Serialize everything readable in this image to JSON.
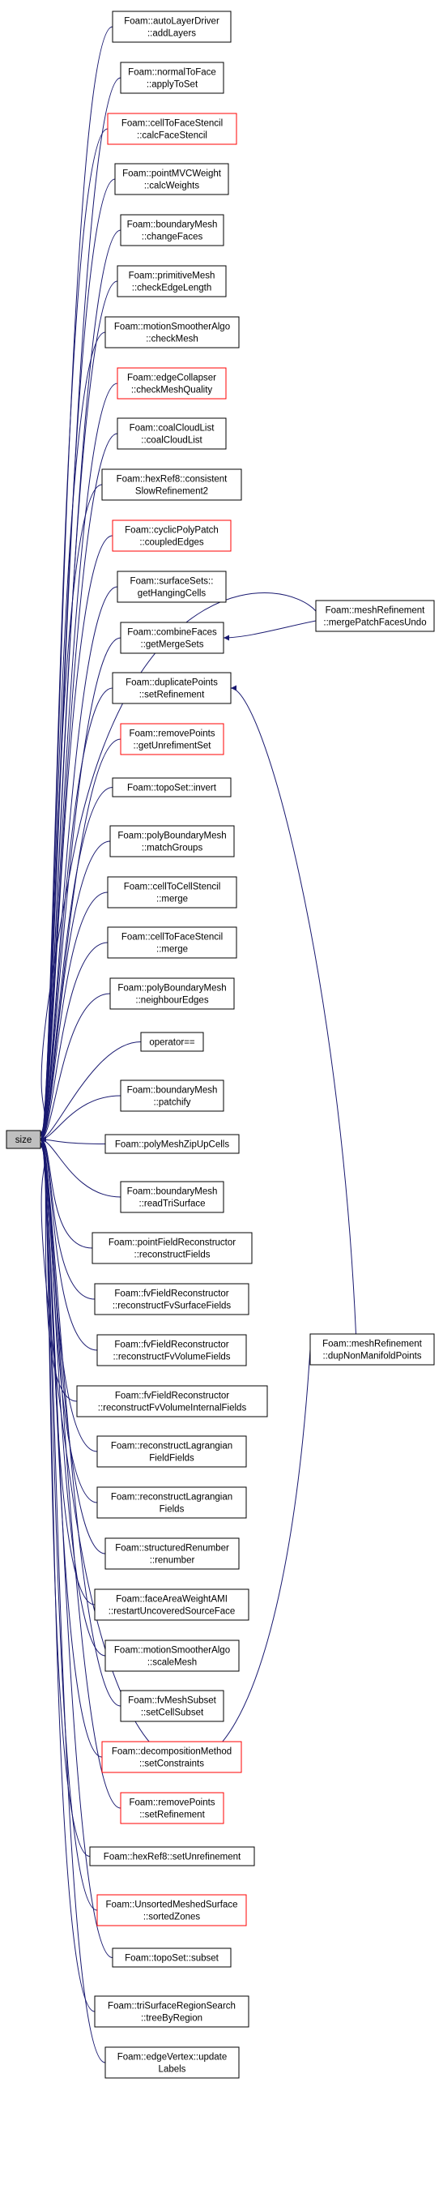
{
  "graph": {
    "root": {
      "id": "size",
      "lines": [
        "size"
      ]
    },
    "callers": [
      {
        "id": "autoLayerDriver",
        "lines": [
          "Foam::autoLayerDriver",
          "::addLayers"
        ],
        "border": "#000000"
      },
      {
        "id": "normalToFace",
        "lines": [
          "Foam::normalToFace",
          "::applyToSet"
        ],
        "border": "#000000"
      },
      {
        "id": "cellToFaceStencil-calc",
        "lines": [
          "Foam::cellToFaceStencil",
          "::calcFaceStencil"
        ],
        "border": "#ff0000"
      },
      {
        "id": "pointMVCWeight",
        "lines": [
          "Foam::pointMVCWeight",
          "::calcWeights"
        ],
        "border": "#000000"
      },
      {
        "id": "boundaryMesh-change",
        "lines": [
          "Foam::boundaryMesh",
          "::changeFaces"
        ],
        "border": "#000000"
      },
      {
        "id": "primitiveMesh",
        "lines": [
          "Foam::primitiveMesh",
          "::checkEdgeLength"
        ],
        "border": "#000000"
      },
      {
        "id": "motionSmootherAlgo-check",
        "lines": [
          "Foam::motionSmootherAlgo",
          "::checkMesh"
        ],
        "border": "#000000"
      },
      {
        "id": "edgeCollapser",
        "lines": [
          "Foam::edgeCollapser",
          "::checkMeshQuality"
        ],
        "border": "#ff0000"
      },
      {
        "id": "coalCloudList",
        "lines": [
          "Foam::coalCloudList",
          "::coalCloudList"
        ],
        "border": "#000000"
      },
      {
        "id": "hexRef8-consistent",
        "lines": [
          "Foam::hexRef8::consistent",
          "SlowRefinement2"
        ],
        "border": "#000000"
      },
      {
        "id": "cyclicPolyPatch",
        "lines": [
          "Foam::cyclicPolyPatch",
          "::coupledEdges"
        ],
        "border": "#ff0000"
      },
      {
        "id": "surfaceSets",
        "lines": [
          "Foam::surfaceSets::",
          "getHangingCells"
        ],
        "border": "#000000"
      },
      {
        "id": "combineFaces",
        "lines": [
          "Foam::combineFaces",
          "::getMergeSets"
        ],
        "border": "#000000"
      },
      {
        "id": "duplicatePoints",
        "lines": [
          "Foam::duplicatePoints",
          "::setRefinement"
        ],
        "border": "#000000"
      },
      {
        "id": "removePoints-unref",
        "lines": [
          "Foam::removePoints",
          "::getUnrefimentSet"
        ],
        "border": "#ff0000"
      },
      {
        "id": "topoSet-invert",
        "lines": [
          "Foam::topoSet::invert"
        ],
        "border": "#000000"
      },
      {
        "id": "polyBoundaryMesh-match",
        "lines": [
          "Foam::polyBoundaryMesh",
          "::matchGroups"
        ],
        "border": "#000000"
      },
      {
        "id": "cellToCellStencil",
        "lines": [
          "Foam::cellToCellStencil",
          "::merge"
        ],
        "border": "#000000"
      },
      {
        "id": "cellToFaceStencil-merge",
        "lines": [
          "Foam::cellToFaceStencil",
          "::merge"
        ],
        "border": "#000000"
      },
      {
        "id": "polyBoundaryMesh-neigh",
        "lines": [
          "Foam::polyBoundaryMesh",
          "::neighbourEdges"
        ],
        "border": "#000000"
      },
      {
        "id": "operator-eq",
        "lines": [
          "operator=="
        ],
        "border": "#000000"
      },
      {
        "id": "boundaryMesh-patchify",
        "lines": [
          "Foam::boundaryMesh",
          "::patchify"
        ],
        "border": "#000000"
      },
      {
        "id": "polyMeshZipUpCells",
        "lines": [
          "Foam::polyMeshZipUpCells"
        ],
        "border": "#000000"
      },
      {
        "id": "boundaryMesh-read",
        "lines": [
          "Foam::boundaryMesh",
          "::readTriSurface"
        ],
        "border": "#000000"
      },
      {
        "id": "pointFieldReconstructor",
        "lines": [
          "Foam::pointFieldReconstructor",
          "::reconstructFields"
        ],
        "border": "#000000"
      },
      {
        "id": "fvFieldReconstructor-surface",
        "lines": [
          "Foam::fvFieldReconstructor",
          "::reconstructFvSurfaceFields"
        ],
        "border": "#000000"
      },
      {
        "id": "fvFieldReconstructor-volume",
        "lines": [
          "Foam::fvFieldReconstructor",
          "::reconstructFvVolumeFields"
        ],
        "border": "#000000"
      },
      {
        "id": "fvFieldReconstructor-internal",
        "lines": [
          "Foam::fvFieldReconstructor",
          "::reconstructFvVolumeInternalFields"
        ],
        "border": "#000000"
      },
      {
        "id": "reconstructLagrangian-field",
        "lines": [
          "Foam::reconstructLagrangian",
          "FieldFields"
        ],
        "border": "#000000"
      },
      {
        "id": "reconstructLagrangian-fields",
        "lines": [
          "Foam::reconstructLagrangian",
          "Fields"
        ],
        "border": "#000000"
      },
      {
        "id": "structuredRenumber",
        "lines": [
          "Foam::structuredRenumber",
          "::renumber"
        ],
        "border": "#000000"
      },
      {
        "id": "faceAreaWeightAMI",
        "lines": [
          "Foam::faceAreaWeightAMI",
          "::restartUncoveredSourceFace"
        ],
        "border": "#000000"
      },
      {
        "id": "motionSmootherAlgo-scale",
        "lines": [
          "Foam::motionSmootherAlgo",
          "::scaleMesh"
        ],
        "border": "#000000"
      },
      {
        "id": "fvMeshSubset",
        "lines": [
          "Foam::fvMeshSubset",
          "::setCellSubset"
        ],
        "border": "#000000"
      },
      {
        "id": "decompositionMethod",
        "lines": [
          "Foam::decompositionMethod",
          "::setConstraints"
        ],
        "border": "#ff0000"
      },
      {
        "id": "removePoints-setref",
        "lines": [
          "Foam::removePoints",
          "::setRefinement"
        ],
        "border": "#ff0000"
      },
      {
        "id": "hexRef8-setunref",
        "lines": [
          "Foam::hexRef8::setUnrefinement"
        ],
        "border": "#000000"
      },
      {
        "id": "unsortedMeshedSurface",
        "lines": [
          "Foam::UnsortedMeshedSurface",
          "::sortedZones"
        ],
        "border": "#ff0000"
      },
      {
        "id": "topoSet-subset",
        "lines": [
          "Foam::topoSet::subset"
        ],
        "border": "#000000"
      },
      {
        "id": "triSurfaceRegionSearch",
        "lines": [
          "Foam::triSurfaceRegionSearch",
          "::treeByRegion"
        ],
        "border": "#000000"
      },
      {
        "id": "edgeVertex",
        "lines": [
          "Foam::edgeVertex::update",
          "Labels"
        ],
        "border": "#000000"
      }
    ],
    "secondary": [
      {
        "id": "meshRefinement-merge",
        "lines": [
          "Foam::meshRefinement",
          "::mergePatchFacesUndo"
        ],
        "border": "#000000",
        "calls": [
          "size",
          "combineFaces"
        ]
      },
      {
        "id": "meshRefinement-dup",
        "lines": [
          "Foam::meshRefinement",
          "::dupNonManifoldPoints"
        ],
        "border": "#000000",
        "calls": [
          "size",
          "duplicatePoints"
        ]
      }
    ],
    "colors": {
      "edge": "#191970",
      "root_fill": "#bfbfbf",
      "node_fill": "#ffffff"
    }
  }
}
